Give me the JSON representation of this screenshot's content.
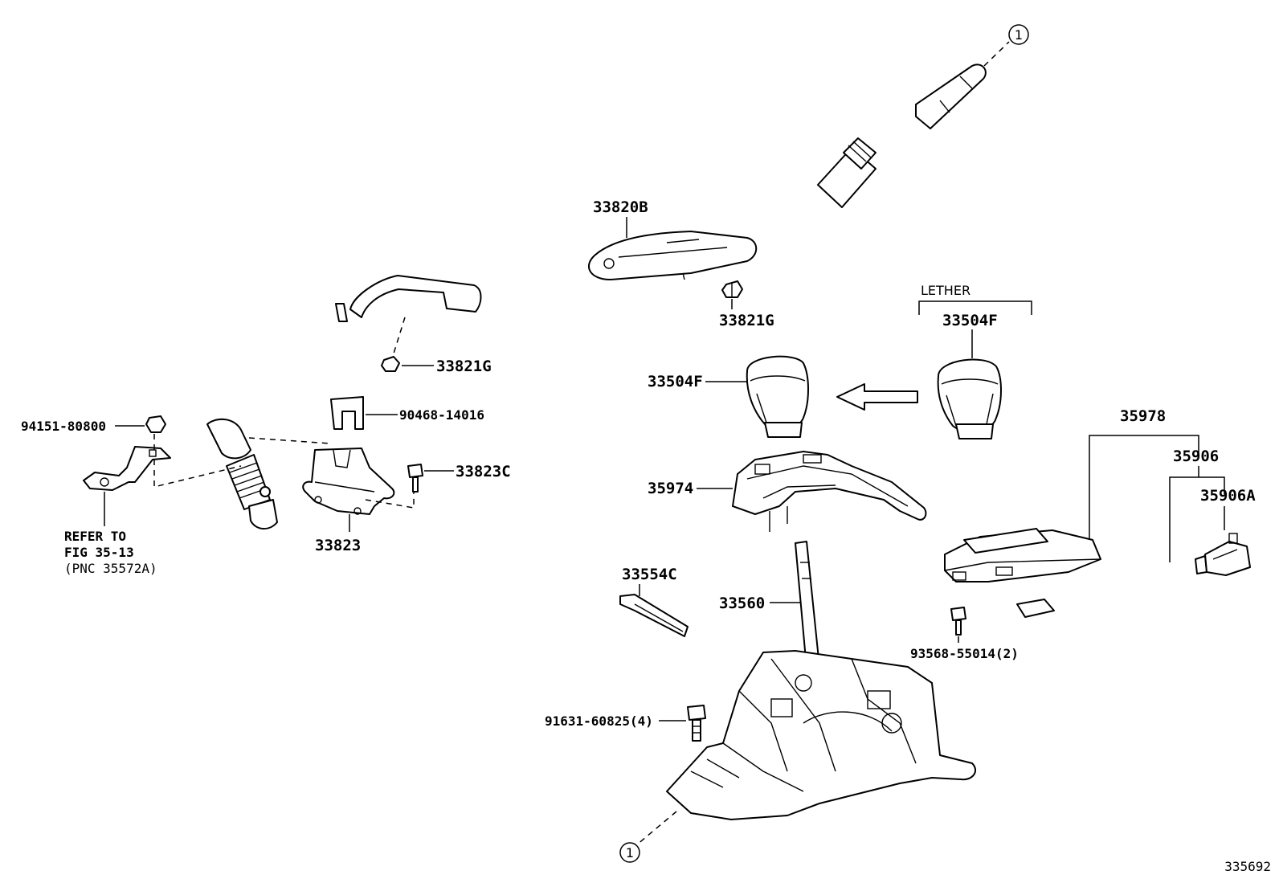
{
  "diagram_code": "335692",
  "reference_marker": "1",
  "note": {
    "line1": "REFER TO",
    "line2": "FIG 35-13",
    "line3": "(PNC 35572A)"
  },
  "variant_label": "LETHER",
  "parts": {
    "cable": "33820B",
    "nut_upper": "33821G",
    "nut_lower": "33821G",
    "clip": "90468-14016",
    "nut_left": "94151-80800",
    "bolt_bracket": "33823C",
    "bracket": "33823",
    "knob_leather": "33504F",
    "knob": "33504F",
    "housing": "35974",
    "switch_assembly": "35978",
    "switch_harness": "35906",
    "switch_connector": "35906A",
    "plate": "33554C",
    "lever": "33560",
    "screw_switch": "93568-55014(2)",
    "bolt_base": "91631-60825(4)"
  }
}
